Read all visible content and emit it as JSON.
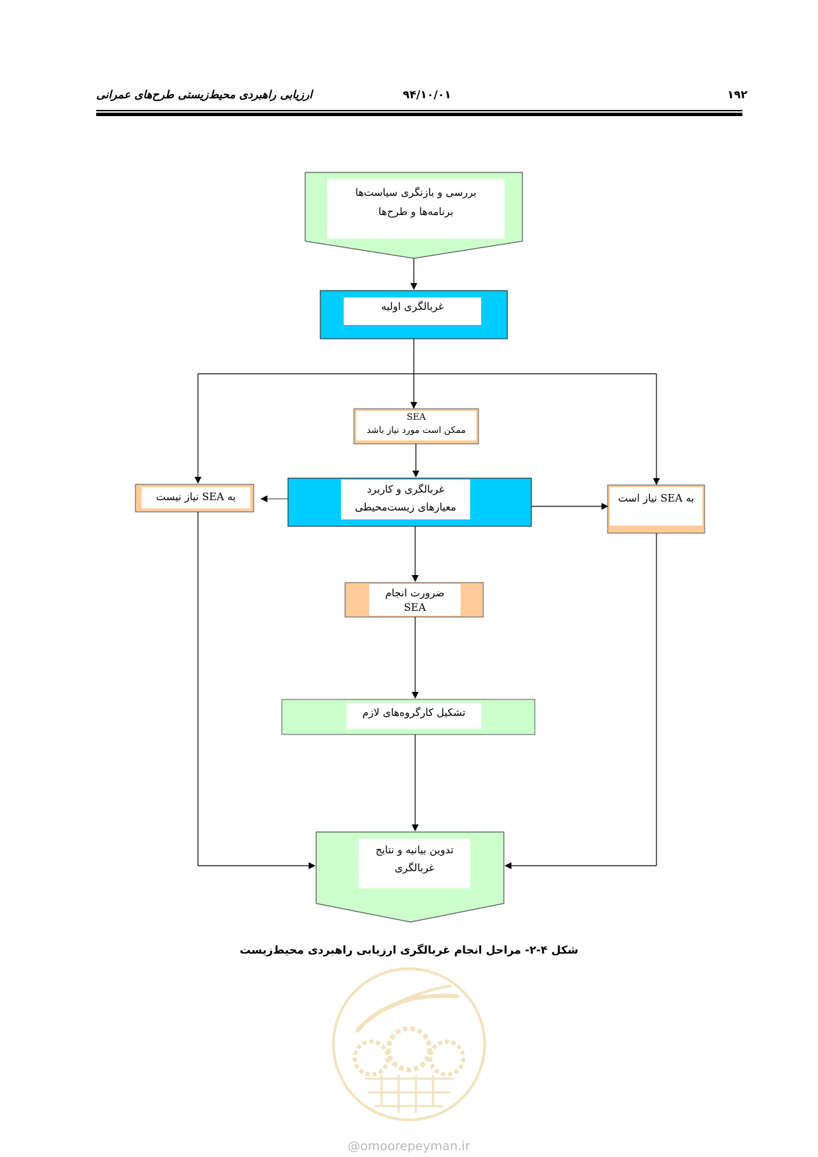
{
  "header": {
    "page_number": "۱۹۲",
    "date": "۹۴/۱۰/۰۱",
    "book_title": "ارزیابی راهبردی محیط‌زیستی طرح‌های عمرانی"
  },
  "flowchart": {
    "review_line1": "بررسی و بازنگری سیاست‌ها",
    "review_line2": "برنامه‌ها و طرح‌ها",
    "initial_screening": "غربالگری اولیه",
    "sea_maybe_line1": "SEA",
    "sea_maybe_line2": "ممکن است مورد نیاز باشد",
    "criteria_line1": "غربالگری و کاربرد",
    "criteria_line2": "معیارهای زیست‌محیطی",
    "not_needed": "به SEA نیاز نیست",
    "needed": "به SEA نیاز است",
    "necessity_line1": "ضرورت انجام",
    "necessity_line2": "SEA",
    "working_groups": "تشکیل کارگروه‌های لازم",
    "report_line1": "تدوین بیانیه و نتایج",
    "report_line2": "غربالگری"
  },
  "caption": "شکل ۴-۲- مراحل انجام غربالگری ارزیابی راهبردی محیط‌زیست",
  "watermark": {
    "url": "@omoorepeyman.ir"
  },
  "colors": {
    "light_green": "#ccffcc",
    "cyan": "#00ccff",
    "peach": "#ffcc99"
  }
}
